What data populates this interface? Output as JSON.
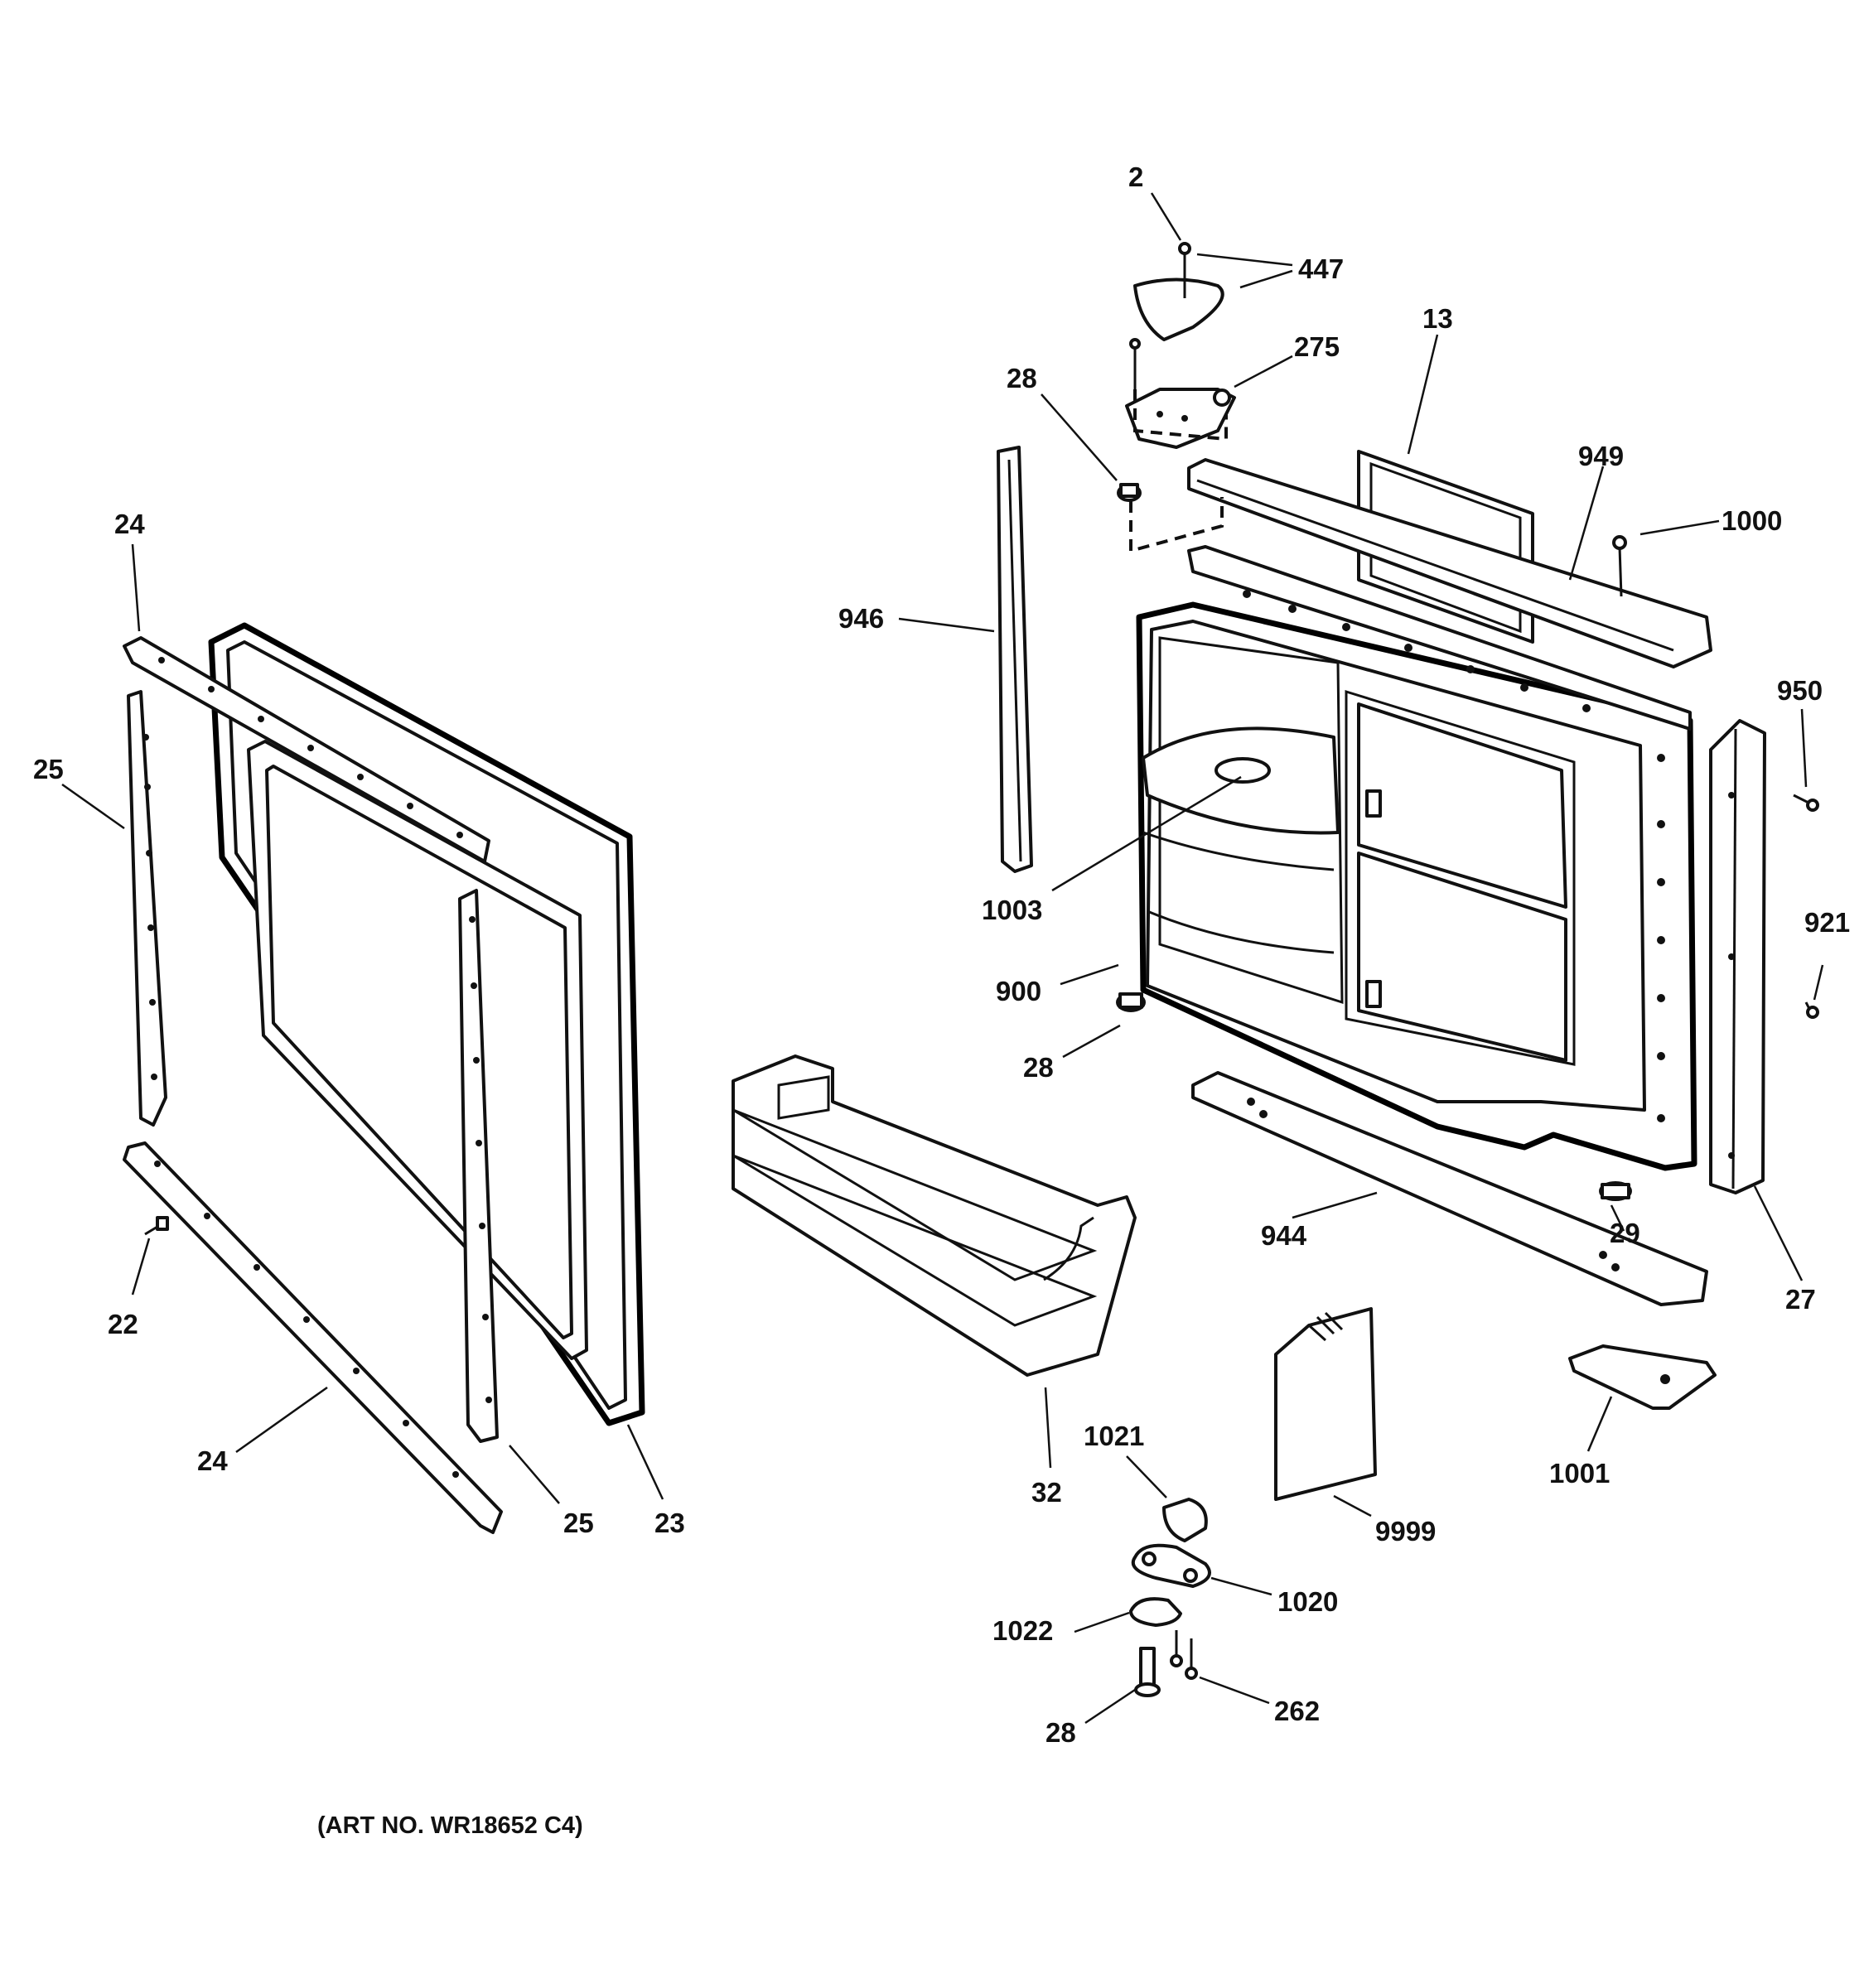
{
  "diagram": {
    "callouts": {
      "c2": "2",
      "c447": "447",
      "c275": "275",
      "c28_top": "28",
      "c13": "13",
      "c949": "949",
      "c1000": "1000",
      "c946": "946",
      "c950": "950",
      "c1003": "1003",
      "c921": "921",
      "c900": "900",
      "c28_mid": "28",
      "c944": "944",
      "c29": "29",
      "c27": "27",
      "c1001": "1001",
      "c24_top": "24",
      "c25_left": "25",
      "c22": "22",
      "c24_bottom": "24",
      "c25_right": "25",
      "c23": "23",
      "c32": "32",
      "c1021": "1021",
      "c9999": "9999",
      "c1020": "1020",
      "c1022": "1022",
      "c28_bottom": "28",
      "c262": "262"
    },
    "art_number": "(ART NO. WR18652 C4)"
  }
}
